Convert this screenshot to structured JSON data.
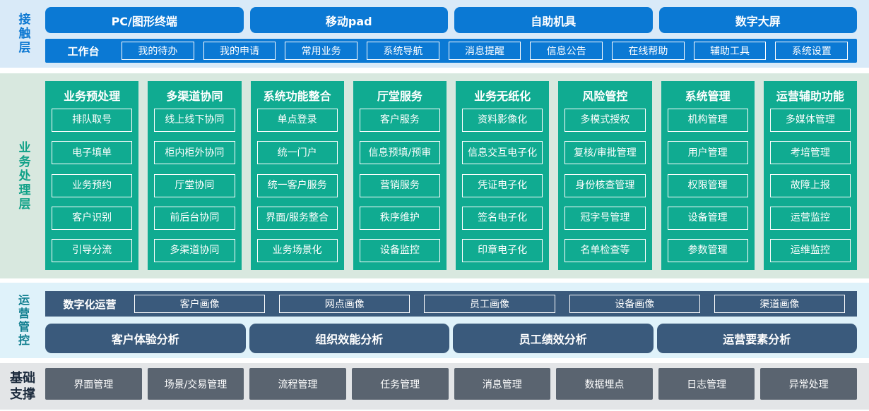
{
  "colors": {
    "accent_blue": "#0b79d4",
    "contact_bg": "#d9eaf8",
    "teal_green": "#10ab91",
    "business_bg": "#d8e8df",
    "slate_blue": "#3a5a7c",
    "operations_bg": "#dff2fa",
    "gray_button": "#5a6470",
    "foundation_bg": "#e3e5e7"
  },
  "layers": {
    "contact": {
      "label": "接触层",
      "channels": [
        "PC/图形终端",
        "移动pad",
        "自助机具",
        "数字大屏"
      ],
      "workbench": {
        "label": "工作台",
        "items": [
          "我的待办",
          "我的申请",
          "常用业务",
          "系统导航",
          "消息提醒",
          "信息公告",
          "在线帮助",
          "辅助工具",
          "系统设置"
        ]
      }
    },
    "business": {
      "label": "业务处理层",
      "columns": [
        {
          "title": "业务预处理",
          "items": [
            "排队取号",
            "电子填单",
            "业务预约",
            "客户识别",
            "引导分流"
          ]
        },
        {
          "title": "多渠道协同",
          "items": [
            "线上线下协同",
            "柜内柜外协同",
            "厅堂协同",
            "前后台协同",
            "多渠道协同"
          ]
        },
        {
          "title": "系统功能整合",
          "items": [
            "单点登录",
            "统一门户",
            "统一客户服务",
            "界面/服务整合",
            "业务场景化"
          ]
        },
        {
          "title": "厅堂服务",
          "items": [
            "客户服务",
            "信息预填/预审",
            "营销服务",
            "秩序维护",
            "设备监控"
          ]
        },
        {
          "title": "业务无纸化",
          "items": [
            "资料影像化",
            "信息交互电子化",
            "凭证电子化",
            "签名电子化",
            "印章电子化"
          ]
        },
        {
          "title": "风险管控",
          "items": [
            "多模式授权",
            "复核/审批管理",
            "身份核查管理",
            "冠字号管理",
            "名单检查等"
          ]
        },
        {
          "title": "系统管理",
          "items": [
            "机构管理",
            "用户管理",
            "权限管理",
            "设备管理",
            "参数管理"
          ]
        },
        {
          "title": "运营辅助功能",
          "items": [
            "多媒体管理",
            "考培管理",
            "故障上报",
            "运营监控",
            "运维监控"
          ]
        }
      ]
    },
    "operations": {
      "label": "运营管控",
      "digital": {
        "label": "数字化运营",
        "items": [
          "客户画像",
          "网点画像",
          "员工画像",
          "设备画像",
          "渠道画像"
        ]
      },
      "analysis": [
        "客户体验分析",
        "组织效能分析",
        "员工绩效分析",
        "运营要素分析"
      ]
    },
    "foundation": {
      "label": "基础\n支撑",
      "items": [
        "界面管理",
        "场景/交易管理",
        "流程管理",
        "任务管理",
        "消息管理",
        "数据埋点",
        "日志管理",
        "异常处理"
      ]
    }
  }
}
